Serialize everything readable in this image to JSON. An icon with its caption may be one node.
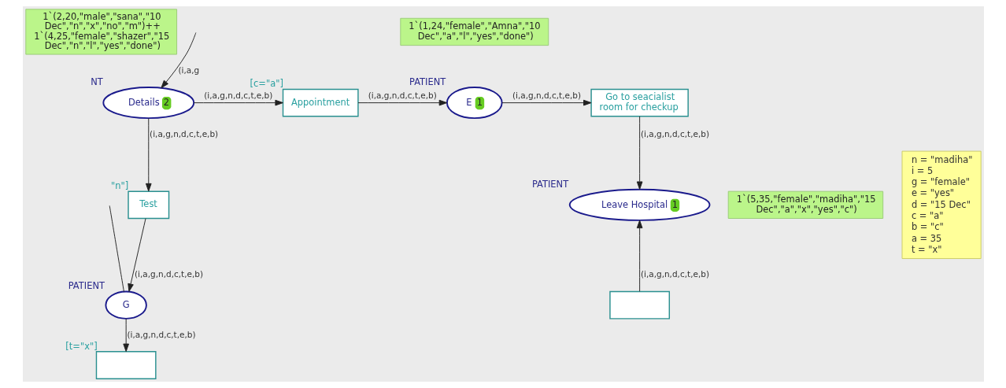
{
  "diagram": {
    "nodes": [
      {
        "text": [
          "Details",
          "2"
        ],
        "beside": [
          "NT"
        ]
      },
      {
        "text": [
          "1`(2,20,\"male\",\"sana\",\"10 Dec\",\"n\",\"x\",\"no\",\"m\")++ 1`(4,25,\"female\",\"shazer\",\"15 Dec\",\"n\",\"l\",\"yes\",\"done\")"
        ]
      },
      {
        "text": [
          "Appointment"
        ],
        "beside": [
          "[c=\"a\"]"
        ]
      },
      {
        "text": [
          "1`(1,24,\"female\",\"Amna\",\"10 Dec\",\"a\",\"l\",\"yes\",\"done\")"
        ]
      },
      {
        "text": [
          "E",
          "1"
        ],
        "beside": [
          "PATIENT"
        ]
      },
      {
        "text": [
          "Go to seacialist room for checkup"
        ]
      },
      {
        "text": [
          "Leave Hospital",
          "1"
        ],
        "beside": [
          "PATIENT"
        ]
      },
      {
        "text": [
          "1`(5,35,\"female\",\"madiha\",\"15 Dec\",\"a\",\"x\",\"yes\",\"c\")"
        ]
      },
      {
        "text": [
          "n = \"madiha\"",
          "i = 5",
          "g = \"female\"",
          "e = \"yes\"",
          "d = \"15 Dec\"",
          "c = \"a\"",
          "b = \"c\"",
          "a = 35",
          "t = \"x\""
        ]
      },
      {
        "text": [],
        "shape": "box"
      },
      {
        "text": [
          "Test"
        ],
        "beside": [
          "\"n\"]"
        ]
      },
      {
        "text": [
          "G"
        ],
        "beside": [
          "PATIENT"
        ]
      },
      {
        "text": [],
        "shape": "box",
        "beside": [
          "[t=\"x\"]"
        ]
      }
    ],
    "edges": [
      {
        "from": null,
        "to": 0,
        "arrow": "to",
        "label": "(i,a,g"
      },
      {
        "from": 0,
        "to": 2,
        "arrow": "to",
        "label": "(i,a,g,n,d,c,t,e,b)"
      },
      {
        "from": 0,
        "to": 10,
        "arrow": "to",
        "label": "(i,a,g,n,d,c,t,e,b)"
      },
      {
        "from": 2,
        "to": 4,
        "arrow": "to",
        "label": "(i,a,g,n,d,c,t,e,b)"
      },
      {
        "from": 4,
        "to": 5,
        "arrow": "to",
        "label": "(i,a,g,n,d,c,t,e,b)"
      },
      {
        "from": 5,
        "to": 6,
        "arrow": "to",
        "label": "(i,a,g,n,d,c,t,e,b)"
      },
      {
        "from": 9,
        "to": 6,
        "arrow": "to",
        "label": "(i,a,g,n,d,c,t,e,b)"
      },
      {
        "from": 10,
        "to": 11,
        "arrow": "to",
        "label": "(i,a,g,n,d,c,t,e,b)"
      },
      {
        "from": 11,
        "to": 12,
        "arrow": "to",
        "label": "(i,a,g,n,d,c,t,e,b)"
      },
      {
        "from": null,
        "to": 11,
        "arrow": "none"
      }
    ]
  }
}
